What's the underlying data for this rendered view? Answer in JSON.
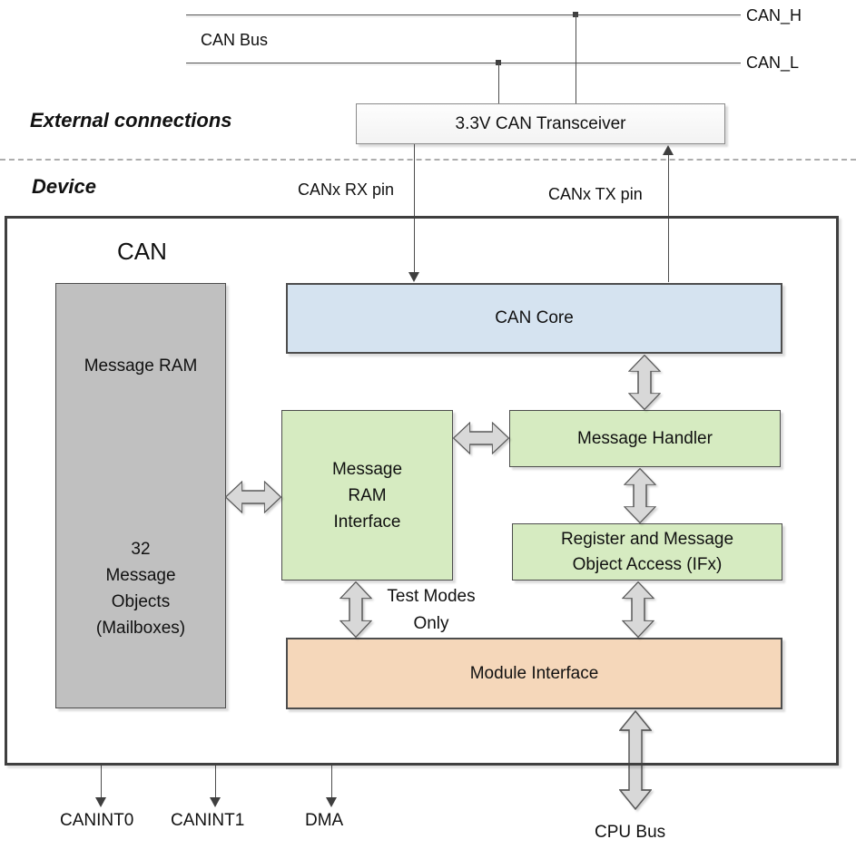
{
  "diagram": {
    "bus": {
      "label": "CAN Bus",
      "can_h": "CAN_H",
      "can_l": "CAN_L"
    },
    "sections": {
      "external": "External connections",
      "device": "Device"
    },
    "pins": {
      "rx": "CANx RX pin",
      "tx": "CANx TX pin"
    },
    "transceiver": {
      "label": "3.3V CAN Transceiver"
    },
    "can_module": {
      "title": "CAN",
      "message_ram": {
        "title": "Message RAM",
        "lines": [
          "32",
          "Message",
          "Objects",
          "(Mailboxes)"
        ]
      },
      "can_core": {
        "label": "CAN Core"
      },
      "message_ram_interface": {
        "lines": [
          "Message",
          "RAM",
          "Interface"
        ]
      },
      "message_handler": {
        "label": "Message Handler"
      },
      "register_access": {
        "lines": [
          "Register and Message",
          "Object Access (IFx)"
        ]
      },
      "module_interface": {
        "label": "Module Interface"
      },
      "test_modes": {
        "lines": [
          "Test Modes",
          "Only"
        ]
      }
    },
    "outputs": {
      "canint0": "CANINT0",
      "canint1": "CANINT1",
      "dma": "DMA",
      "cpu_bus": "CPU Bus"
    }
  },
  "colors": {
    "can_core_fill": "#d5e3f0",
    "green_fill": "#d6ebc1",
    "module_interface_fill": "#f5d7ba",
    "message_ram_fill": "#c0c0c0",
    "block_arrow_fill": "#d8d8d8",
    "line_color": "#4d4d4d",
    "device_border": "#3f3f3f"
  }
}
